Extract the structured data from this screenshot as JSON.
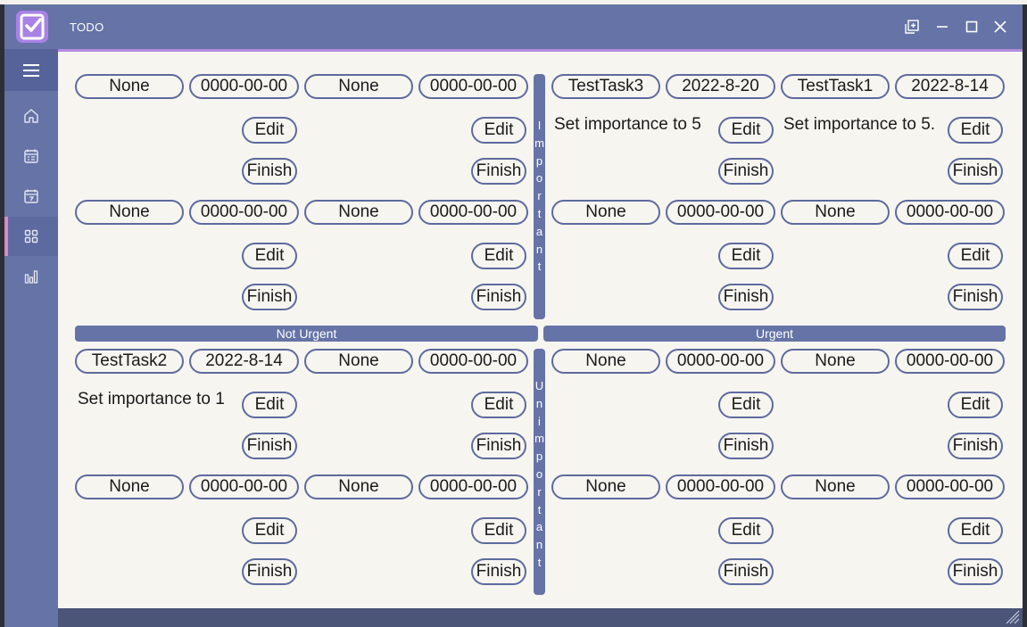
{
  "window": {
    "title": "TODO"
  },
  "sidebar": {
    "items": [
      {
        "name": "home-icon"
      },
      {
        "name": "calendar-list-icon"
      },
      {
        "name": "calendar-day-icon"
      },
      {
        "name": "grid-icon"
      },
      {
        "name": "bar-chart-icon"
      }
    ],
    "active_index": 3
  },
  "axes": {
    "important": "Important",
    "unimportant": "Unimportant",
    "not_urgent": "Not Urgent",
    "urgent": "Urgent"
  },
  "buttons": {
    "edit": "Edit",
    "finish": "Finish"
  },
  "quadrants": {
    "important_not_urgent": {
      "tasks": [
        {
          "name": "None",
          "date": "0000-00-00",
          "desc": ""
        },
        {
          "name": "None",
          "date": "0000-00-00",
          "desc": ""
        },
        {
          "name": "None",
          "date": "0000-00-00",
          "desc": ""
        },
        {
          "name": "None",
          "date": "0000-00-00",
          "desc": ""
        }
      ]
    },
    "important_urgent": {
      "tasks": [
        {
          "name": "TestTask3",
          "date": "2022-8-20",
          "desc": "Set importance to 5"
        },
        {
          "name": "TestTask1",
          "date": "2022-8-14",
          "desc": "Set importance to 5."
        },
        {
          "name": "None",
          "date": "0000-00-00",
          "desc": ""
        },
        {
          "name": "None",
          "date": "0000-00-00",
          "desc": ""
        }
      ]
    },
    "unimportant_not_urgent": {
      "tasks": [
        {
          "name": "TestTask2",
          "date": "2022-8-14",
          "desc": "Set importance to 1"
        },
        {
          "name": "None",
          "date": "0000-00-00",
          "desc": ""
        },
        {
          "name": "None",
          "date": "0000-00-00",
          "desc": ""
        },
        {
          "name": "None",
          "date": "0000-00-00",
          "desc": ""
        }
      ]
    },
    "unimportant_urgent": {
      "tasks": [
        {
          "name": "None",
          "date": "0000-00-00",
          "desc": ""
        },
        {
          "name": "None",
          "date": "0000-00-00",
          "desc": ""
        },
        {
          "name": "None",
          "date": "0000-00-00",
          "desc": ""
        },
        {
          "name": "None",
          "date": "0000-00-00",
          "desc": ""
        }
      ]
    }
  },
  "colors": {
    "accent": "#6573a6",
    "highlight": "#d78bc6",
    "border": "#5e6a9e",
    "background": "#f6f5f0"
  }
}
